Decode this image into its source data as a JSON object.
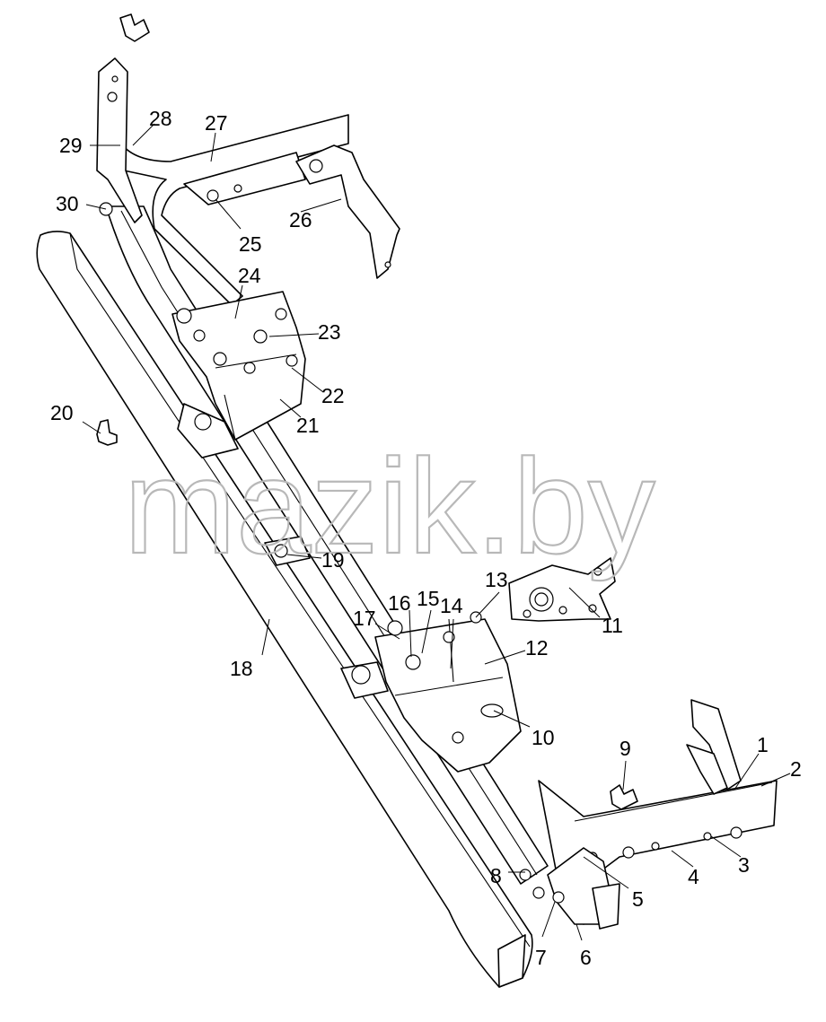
{
  "watermark": "mazik.by",
  "callouts": [
    "1",
    "2",
    "3",
    "4",
    "5",
    "6",
    "7",
    "8",
    "9",
    "10",
    "11",
    "12",
    "13",
    "14",
    "15",
    "16",
    "17",
    "18",
    "19",
    "20",
    "21",
    "22",
    "23",
    "24",
    "25",
    "26",
    "27",
    "28",
    "29",
    "30"
  ]
}
